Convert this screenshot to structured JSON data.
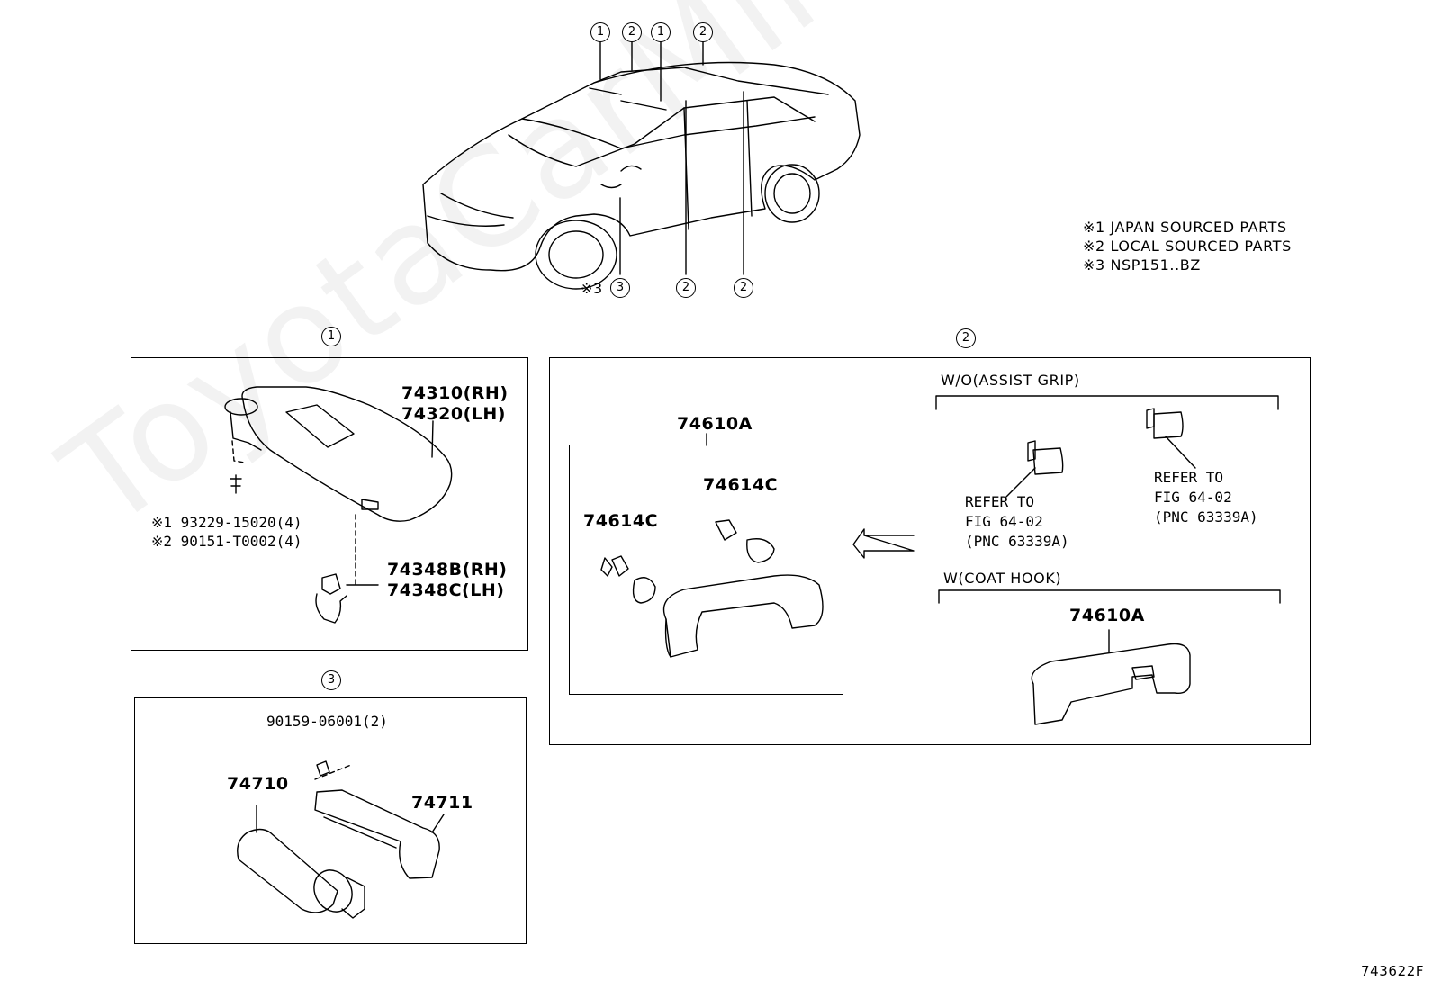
{
  "callouts": {
    "top_1a": "1",
    "top_2a": "2",
    "top_1b": "1",
    "top_2b": "2",
    "bottom_3": "3",
    "bottom_2a": "2",
    "bottom_2b": "2",
    "section1": "1",
    "section2": "2",
    "section3": "3"
  },
  "notes": {
    "note1": "※1 JAPAN SOURCED PARTS",
    "note2": "※2 LOCAL SOURCED PARTS",
    "note3": "※3 NSP151..BZ",
    "car_mark3": "※3"
  },
  "section1": {
    "part_rh": "74310(RH)",
    "part_lh": "74320(LH)",
    "screw1": "※1 93229-15020(4)",
    "screw2": "※2 90151-T0002(4)",
    "holder_rh": "74348B(RH)",
    "holder_lh": "74348C(LH)"
  },
  "section2": {
    "assembly_label": "74610A",
    "clip_left": "74614C",
    "clip_right": "74614C",
    "wo_header": "W/O(ASSIST GRIP)",
    "refer1_l1": "REFER TO",
    "refer1_l2": "FIG 64-02",
    "refer1_l3": "(PNC 63339A)",
    "refer2_l1": "REFER TO",
    "refer2_l2": "FIG 64-02",
    "refer2_l3": "(PNC 63339A)",
    "w_header": "W(COAT HOOK)",
    "coat_hook_part": "74610A"
  },
  "section3": {
    "bolt": "90159-06001(2)",
    "part_a": "74710",
    "part_b": "74711"
  },
  "figure_code": "743622F",
  "watermark": "ToyotaCarMine.ru"
}
